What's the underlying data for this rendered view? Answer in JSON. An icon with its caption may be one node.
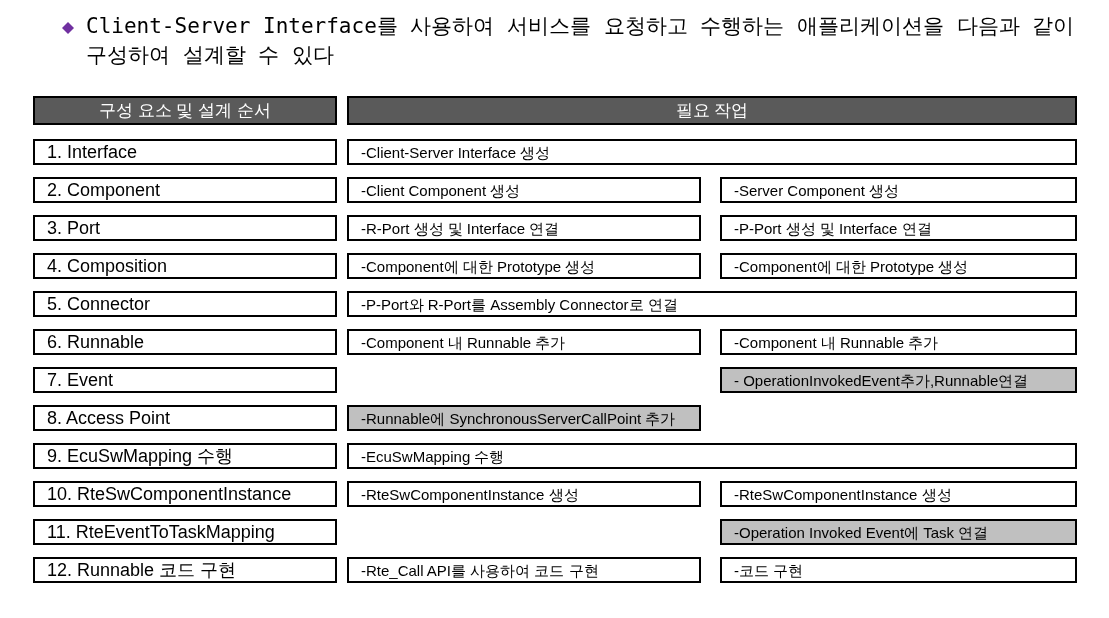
{
  "diagram": {
    "title": "Client-Server Interface를 사용하여 서비스를 요청하고 수행하는 애플리케이션을 다음과 같이 구성하여 설계할 수 있다",
    "nodes": [
      {
        "text": [
          "구성 요소 및 설계 순서"
        ]
      },
      {
        "text": [
          "필요 작업"
        ]
      },
      {
        "text": [
          "1. Interface"
        ]
      },
      {
        "text": [
          "-Client-Server Interface 생성"
        ]
      },
      {
        "text": [
          "2. Component"
        ]
      },
      {
        "text": [
          "-Client Component 생성"
        ]
      },
      {
        "text": [
          "-Server Component 생성"
        ]
      },
      {
        "text": [
          "3. Port"
        ]
      },
      {
        "text": [
          "-R-Port 생성 및 Interface 연결"
        ]
      },
      {
        "text": [
          "-P-Port 생성 및 Interface 연결"
        ]
      },
      {
        "text": [
          "4. Composition"
        ]
      },
      {
        "text": [
          "-Component에 대한 Prototype 생성"
        ]
      },
      {
        "text": [
          "-Component에 대한 Prototype 생성"
        ]
      },
      {
        "text": [
          "5. Connector"
        ]
      },
      {
        "text": [
          "-P-Port와 R-Port를 Assembly Connector로 연결"
        ]
      },
      {
        "text": [
          "6. Runnable"
        ]
      },
      {
        "text": [
          "-Component 내 Runnable 추가"
        ]
      },
      {
        "text": [
          "-Component 내 Runnable 추가"
        ]
      },
      {
        "text": [
          "7. Event"
        ]
      },
      {
        "text": [
          "- OperationInvokedEvent추가,Runnable연결"
        ]
      },
      {
        "text": [
          "8. Access Point"
        ]
      },
      {
        "text": [
          "-Runnable에 SynchronousServerCallPoint 추가"
        ]
      },
      {
        "text": [
          "9. EcuSwMapping 수행"
        ]
      },
      {
        "text": [
          "-EcuSwMapping 수행"
        ]
      },
      {
        "text": [
          "10. RteSwComponentInstance"
        ]
      },
      {
        "text": [
          "-RteSwComponentInstance 생성"
        ]
      },
      {
        "text": [
          "-RteSwComponentInstance 생성"
        ]
      },
      {
        "text": [
          "11. RteEventToTaskMapping"
        ]
      },
      {
        "text": [
          "-Operation Invoked Event에 Task 연결"
        ]
      },
      {
        "text": [
          "12. Runnable 코드 구현"
        ]
      },
      {
        "text": [
          "-Rte_Call API를 사용하여 코드 구현"
        ]
      },
      {
        "text": [
          "-코드 구현"
        ]
      }
    ]
  }
}
